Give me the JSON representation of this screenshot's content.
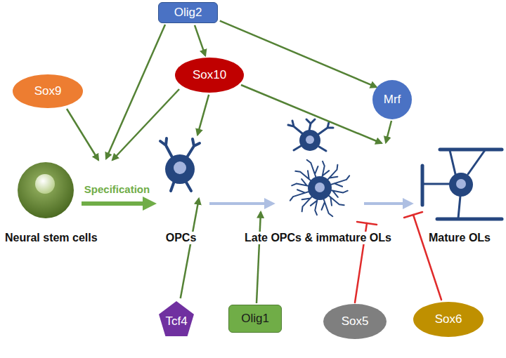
{
  "diagram": {
    "nodes": [
      {
        "text": [
          "Olig2"
        ]
      },
      {
        "text": [
          "Sox9"
        ]
      },
      {
        "text": [
          "Sox10"
        ]
      },
      {
        "text": [
          "Mrf"
        ]
      },
      {
        "text": [
          "Neural stem cells"
        ]
      },
      {
        "text": [
          "OPCs"
        ]
      },
      {
        "text": [
          "Late OPCs & immature OLs"
        ]
      },
      {
        "text": [
          "Mature OLs"
        ]
      },
      {
        "text": [
          "Tcf4"
        ]
      },
      {
        "text": [
          "Olig1"
        ]
      },
      {
        "text": [
          "Sox5"
        ]
      },
      {
        "text": [
          "Sox6"
        ]
      }
    ],
    "edges": [
      {
        "from": 0,
        "to": 2,
        "arrow": "to"
      },
      {
        "from": 0,
        "to": 3,
        "arrow": "to"
      },
      {
        "from": 2,
        "to": 5,
        "arrow": "to"
      },
      {
        "from": 8,
        "to": 5,
        "arrow": "to"
      },
      {
        "from": 4,
        "to": 5,
        "label": "Specification",
        "arrow": "to"
      },
      {
        "from": 5,
        "to": 6,
        "arrow": "to"
      },
      {
        "from": 6,
        "to": 7,
        "arrow": "to"
      }
    ]
  }
}
